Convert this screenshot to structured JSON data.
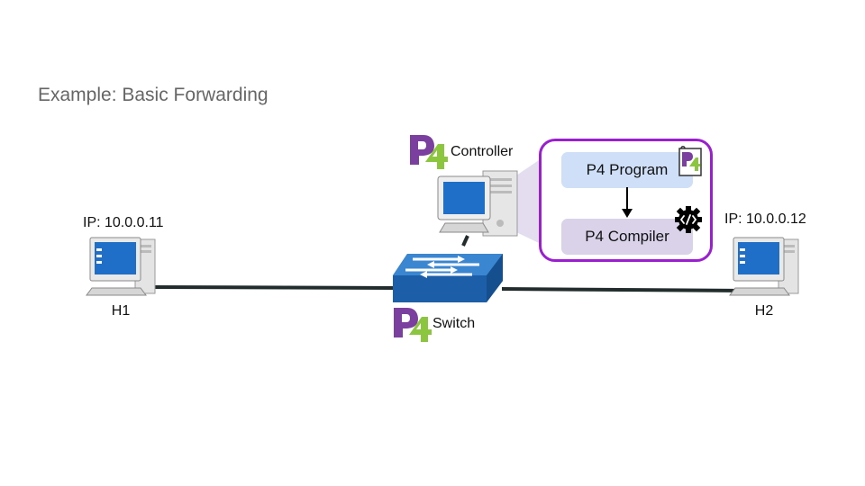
{
  "title": "Example: Basic Forwarding",
  "hosts": {
    "h1": {
      "ip_label": "IP: 10.0.0.11",
      "name": "H1"
    },
    "h2": {
      "ip_label": "IP: 10.0.0.12",
      "name": "H2"
    }
  },
  "controller": {
    "label": "Controller"
  },
  "switch": {
    "label": "Switch"
  },
  "pipeline": {
    "program_label": "P4 Program",
    "compiler_label": "P4 Compiler"
  },
  "logo": {
    "text": "P4"
  },
  "colors": {
    "controller_border": "#9b1fd1",
    "program_box": "#cfdff7",
    "compiler_box": "#d9d2e9",
    "p4_purple": "#7b3fa0",
    "p4_green": "#8cc63f",
    "link": "#222c2c",
    "switch_blue": "#2f78c4"
  }
}
